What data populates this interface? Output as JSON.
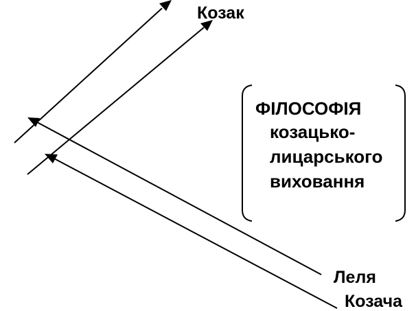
{
  "labels": {
    "kozak": "Козак",
    "lelia": "Леля",
    "kozacha": "Козача"
  },
  "box": {
    "line1": "ФІЛОСОФІЯ",
    "line2": "козацько-",
    "line3": "лицарського",
    "line4": "виховання"
  },
  "colors": {
    "ink": "#000000",
    "background": "#ffffff"
  }
}
